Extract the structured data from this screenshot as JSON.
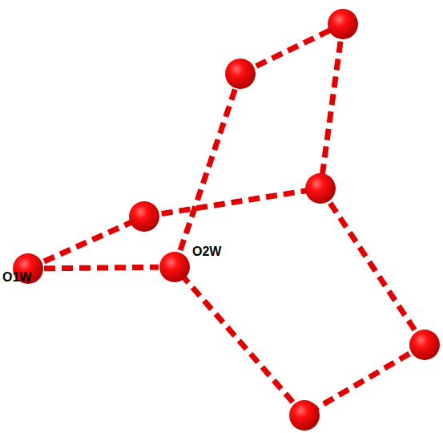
{
  "diagram": {
    "nodes": [
      {
        "text": [
          "O1W"
        ]
      },
      {
        "text": [
          "O2W"
        ]
      }
    ],
    "edges": [
      {
        "from": 0,
        "to": 1,
        "arrow": "none"
      }
    ]
  }
}
